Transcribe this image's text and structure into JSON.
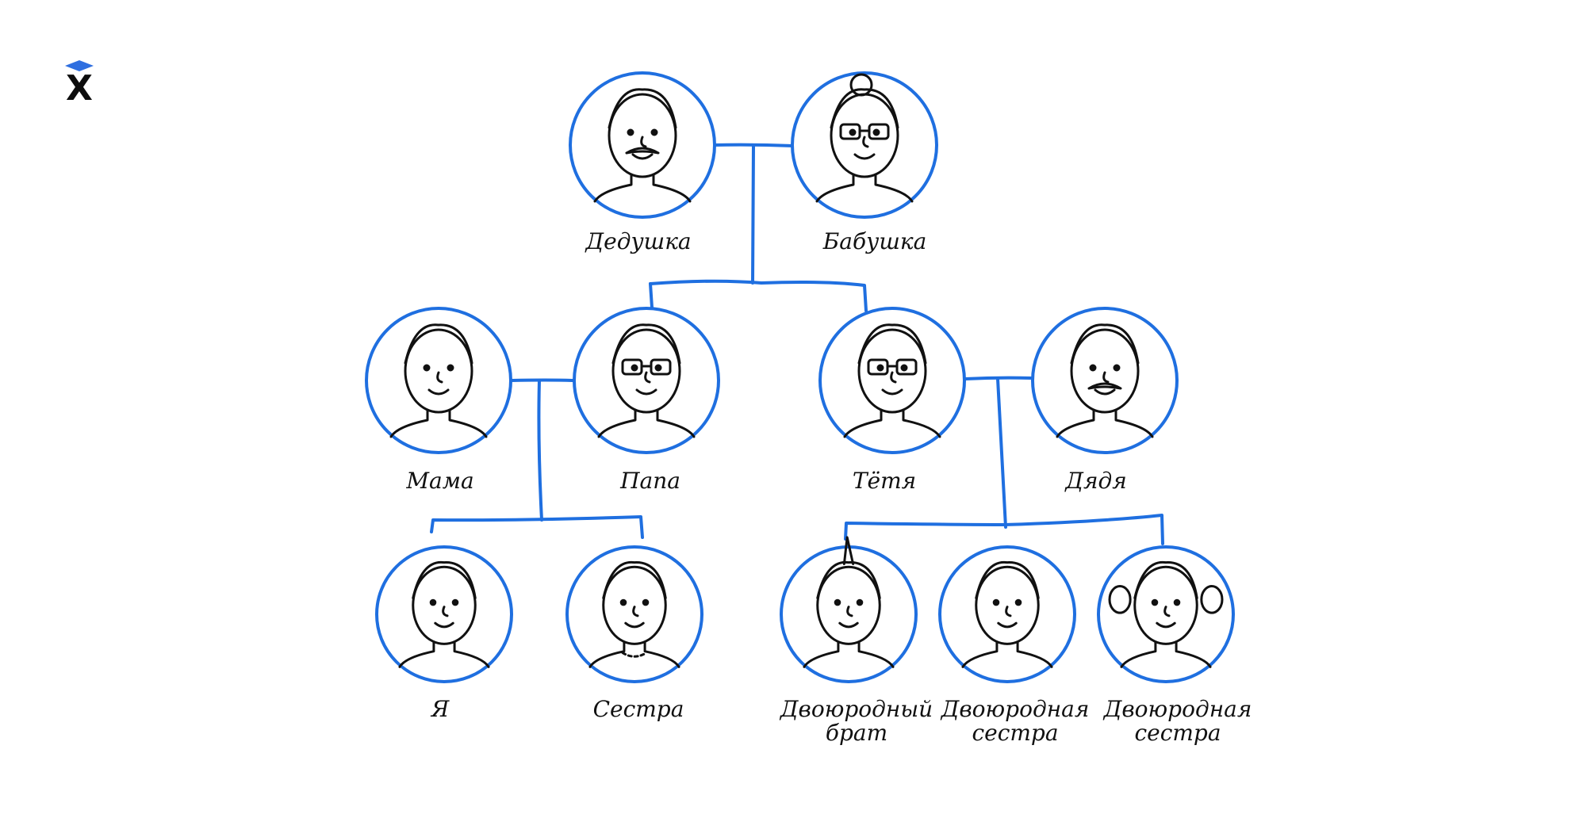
{
  "logo": {
    "text": "X",
    "accent_color": "#2f6fe0"
  },
  "colors": {
    "line": "#1f6fe0",
    "ink": "#111111"
  },
  "people": [
    {
      "id": "grandpa",
      "label": "Дедушка"
    },
    {
      "id": "grandma",
      "label": "Бабушка"
    },
    {
      "id": "mom",
      "label": "Мама"
    },
    {
      "id": "dad",
      "label": "Папа"
    },
    {
      "id": "aunt",
      "label": "Тётя"
    },
    {
      "id": "uncle",
      "label": "Дядя"
    },
    {
      "id": "me",
      "label": "Я"
    },
    {
      "id": "sister",
      "label": "Сестра"
    },
    {
      "id": "cousin-brother",
      "label": "Двоюродный брат"
    },
    {
      "id": "cousin-sister-1",
      "label": "Двоюродная сестра"
    },
    {
      "id": "cousin-sister-2",
      "label": "Двоюродная сестра"
    }
  ]
}
